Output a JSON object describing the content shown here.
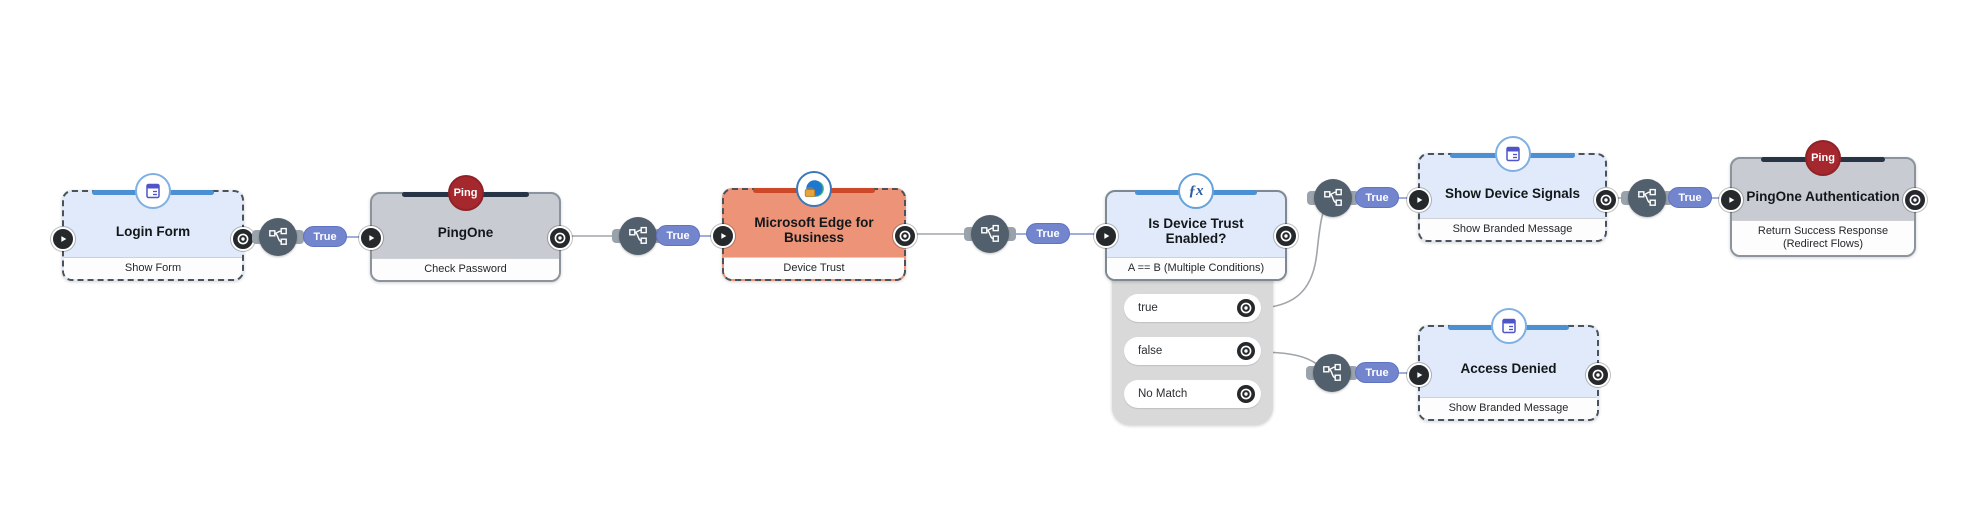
{
  "flow": {
    "nodes": [
      {
        "id": "login-form",
        "title": "Login Form",
        "subtitle": "Show Form",
        "icon": "form-icon"
      },
      {
        "id": "pingone",
        "title": "PingOne",
        "subtitle": "Check Password",
        "icon": "ping-icon",
        "badge": "Ping"
      },
      {
        "id": "edge-business",
        "title": "Microsoft Edge for Business",
        "subtitle": "Device Trust",
        "icon": "edge-icon"
      },
      {
        "id": "device-trust-condition",
        "title": "Is Device Trust Enabled?",
        "subtitle": "A == B (Multiple Conditions)",
        "icon": "fx-icon",
        "icon_label": "ƒx",
        "outputs": [
          "true",
          "false",
          "No Match"
        ]
      },
      {
        "id": "show-device-signals",
        "title": "Show Device Signals",
        "subtitle": "Show Branded Message",
        "icon": "form-icon"
      },
      {
        "id": "pingone-authentication",
        "title": "PingOne Authentication",
        "subtitle": "Return Success Response (Redirect Flows)",
        "icon": "ping-icon",
        "badge": "Ping"
      },
      {
        "id": "access-denied",
        "title": "Access Denied",
        "subtitle": "Show Branded Message",
        "icon": "form-icon"
      }
    ],
    "connections": [
      {
        "label": "True"
      },
      {
        "label": "True"
      },
      {
        "label": "True"
      },
      {
        "label": "True"
      },
      {
        "label": "True"
      },
      {
        "label": "True"
      }
    ]
  },
  "colors": {
    "node_blue": "#e0eafa",
    "node_gray": "#c8ccd2",
    "node_orange": "#ed9478",
    "accent_blue": "#4a90d2",
    "accent_navy": "#263445",
    "accent_orange": "#cb4928",
    "pill_blue": "#7285cd",
    "wire_gray": "#a0a5aa",
    "wire_blue": "#8193ce",
    "ping_red": "#a5282e"
  }
}
